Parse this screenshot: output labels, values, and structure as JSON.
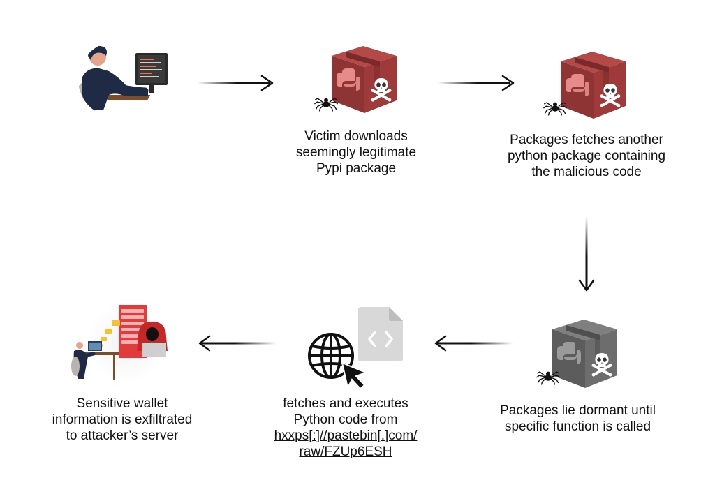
{
  "colors": {
    "package_red": "#9e3a3a",
    "package_red_dark": "#7a2a2a",
    "package_red_light": "#b44a48",
    "package_gray": "#6d6d6d",
    "package_gray_dark": "#4f4f4f",
    "python_logo_red": "#e78a8a",
    "server_red": "#e23b3b",
    "hacker_red": "#c62828",
    "arrow": "#111111",
    "file_gray": "#d8d8d8"
  },
  "steps": {
    "step2": {
      "lines": [
        "Victim downloads",
        "seemingly legitimate",
        "Pypi package"
      ]
    },
    "step3": {
      "lines": [
        "Packages fetches another",
        "python package containing",
        "the malicious code"
      ]
    },
    "step4": {
      "lines": [
        "Packages lie dormant until",
        "specific function is called"
      ]
    },
    "step5": {
      "lines": [
        "fetches and executes",
        "Python code from"
      ],
      "link_lines": [
        "hxxps[:]//pastebin[.]com/",
        "raw/FZUp6ESH"
      ]
    },
    "step6": {
      "lines": [
        "Sensitive wallet",
        "information is exfiltrated",
        "to attacker’s server"
      ]
    }
  }
}
